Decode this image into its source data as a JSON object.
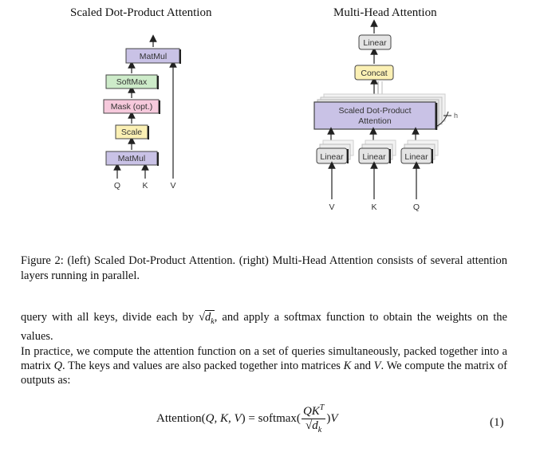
{
  "figure": {
    "left_title": "Scaled Dot-Product Attention",
    "right_title": "Multi-Head Attention",
    "left": {
      "matmul_top": "MatMul",
      "softmax": "SoftMax",
      "mask": "Mask (opt.)",
      "scale": "Scale",
      "matmul_bottom": "MatMul",
      "input_q": "Q",
      "input_k": "K",
      "input_v": "V"
    },
    "right": {
      "linear_top": "Linear",
      "concat": "Concat",
      "sdpa_line1": "Scaled Dot-Product",
      "sdpa_line2": "Attention",
      "h_label": "h",
      "linear_v": "Linear",
      "linear_k": "Linear",
      "linear_q": "Linear",
      "input_v": "V",
      "input_k": "K",
      "input_q": "Q"
    },
    "colors": {
      "matmul": "#c9c2e6",
      "softmax": "#cdebc9",
      "mask": "#f6c9dc",
      "scale": "#fbf0b4",
      "linear": "#e4e4e4",
      "concat": "#fbf0b4",
      "sdpa": "#c9c2e6"
    }
  },
  "caption": "Figure 2: (left) Scaled Dot-Product Attention. (right) Multi-Head Attention consists of several attention layers running in parallel.",
  "paragraph1": {
    "before": "query with all keys, divide each by ",
    "sqrt": "√",
    "dk": "d",
    "dk_sub": "k",
    "after": ", and apply a softmax function to obtain the weights on the values."
  },
  "paragraph2": {
    "t1": "In practice, we compute the attention function on a set of queries simultaneously, packed together into a matrix ",
    "q": "Q",
    "t2": ". The keys and values are also packed together into matrices ",
    "k": "K",
    "t3": " and ",
    "v": "V",
    "t4": ". We compute the matrix of outputs as:"
  },
  "equation": {
    "lhs": "Attention(",
    "args": "Q, K, V",
    "rhs_open": ") = softmax(",
    "numerator": "QK",
    "numerator_sup": "T",
    "denominator": "√d",
    "denominator_sub": "k",
    "rhs_close": ")",
    "v": "V",
    "number": "(1)"
  }
}
